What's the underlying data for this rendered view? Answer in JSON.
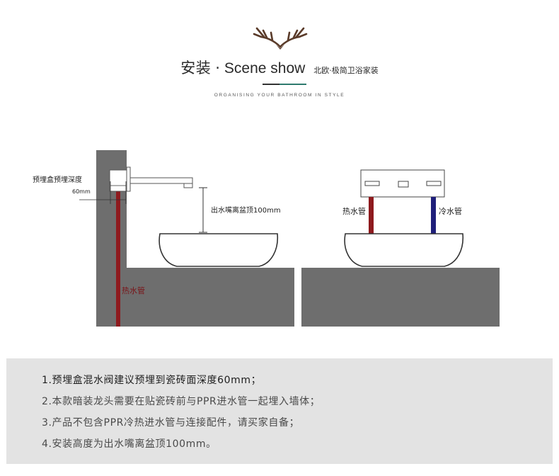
{
  "header": {
    "logo_icon": "antler-icon",
    "title_cn": "安装",
    "title_dot": "·",
    "title_en": "Scene show",
    "title_sub": "北欧·极简卫浴家装",
    "tagline": "ORGANISING YOUR BATHROOM IN STYLE",
    "accent_colors": [
      "#333333",
      "#2f7a6e"
    ]
  },
  "diagram_left": {
    "label_box_depth": "预埋盒预埋深度",
    "label_depth_value": "60mm",
    "label_height": "出水嘴离盆顶100mm",
    "label_hot_pipe": "热水管"
  },
  "diagram_right": {
    "label_hot_pipe": "热水管",
    "label_cold_pipe": "冷水管"
  },
  "colors": {
    "wall": "#6e6e6e",
    "hot_pipe": "#8e1a1e",
    "cold_pipe": "#1f1f7a",
    "notes_bg": "#e3e3e3"
  },
  "notes": [
    "1.预埋盒混水阀建议预埋到瓷砖面深度60mm；",
    "2.本款暗装龙头需要在贴瓷砖前与PPR进水管一起埋入墙体；",
    "3.产品不包含PPR冷热进水管与连接配件，请买家自备；",
    "4.安装高度为出水嘴离盆顶100mm。"
  ]
}
